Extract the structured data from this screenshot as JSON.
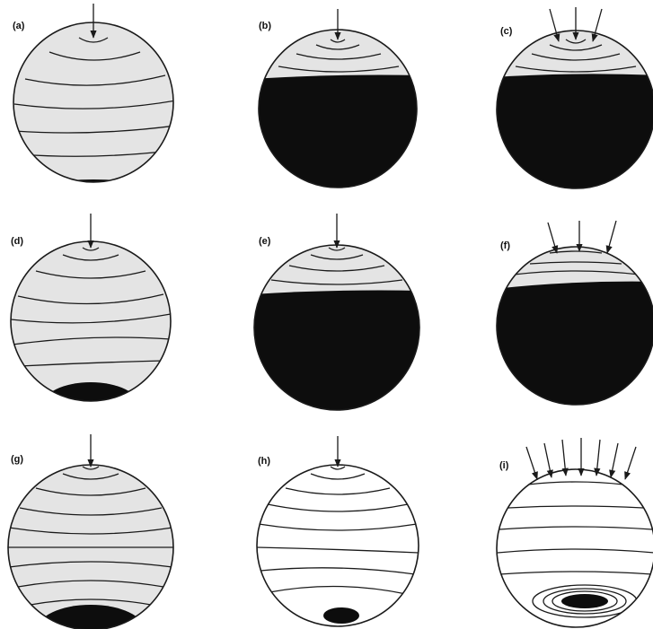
{
  "figure": {
    "ink_color": "#1a1a1a",
    "light_fill": "#e4e4e4",
    "dark_fill": "#0d0d0d",
    "panels": [
      {
        "id": "a",
        "label": "(a)",
        "arrows": 1,
        "dark_region": "small-bottom-cap"
      },
      {
        "id": "b",
        "label": "(b)",
        "arrows": 1,
        "dark_region": "large-lower-fill"
      },
      {
        "id": "c",
        "label": "(c)",
        "arrows": 3,
        "dark_region": "large-lower-fill"
      },
      {
        "id": "d",
        "label": "(d)",
        "arrows": 1,
        "dark_region": "medium-bottom-cap"
      },
      {
        "id": "e",
        "label": "(e)",
        "arrows": 1,
        "dark_region": "large-lower-fill"
      },
      {
        "id": "f",
        "label": "(f)",
        "arrows": 3,
        "dark_region": "large-lower-fill"
      },
      {
        "id": "g",
        "label": "(g)",
        "arrows": 1,
        "dark_region": "medium-bottom-cap"
      },
      {
        "id": "h",
        "label": "(h)",
        "arrows": 1,
        "dark_region": "small-ellipse"
      },
      {
        "id": "i",
        "label": "(i)",
        "arrows": 7,
        "dark_region": "nested-ellipse"
      }
    ]
  }
}
